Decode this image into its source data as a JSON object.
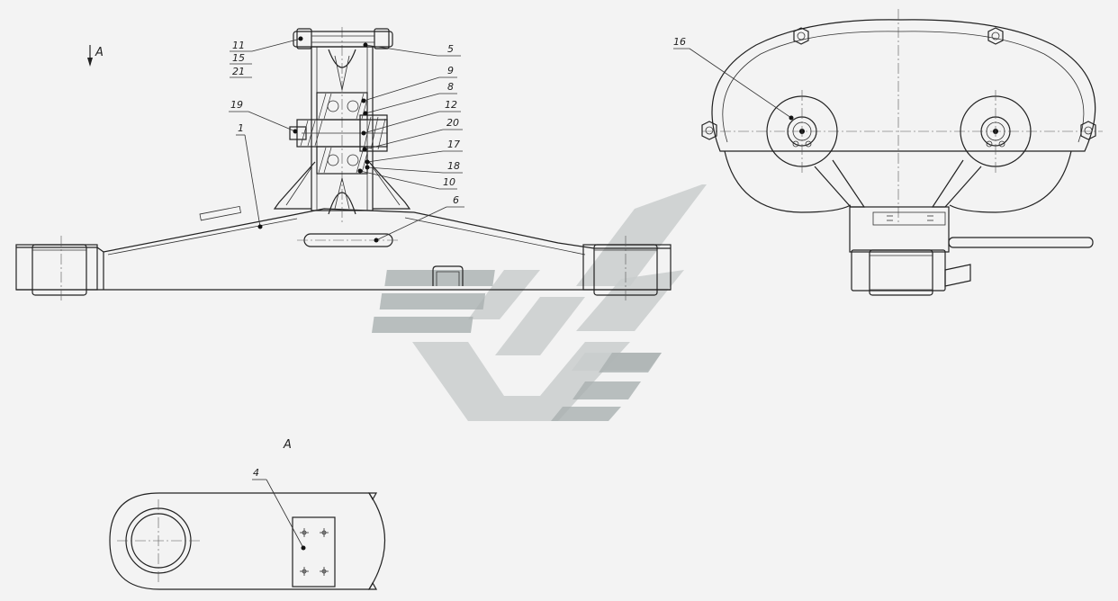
{
  "view_labels": {
    "view_arrow": "A",
    "view_a_title": "A"
  },
  "callouts": [
    {
      "id": "c11",
      "label": "11"
    },
    {
      "id": "c15",
      "label": "15"
    },
    {
      "id": "c21",
      "label": "21"
    },
    {
      "id": "c5",
      "label": "5"
    },
    {
      "id": "c9",
      "label": "9"
    },
    {
      "id": "c8",
      "label": "8"
    },
    {
      "id": "c12",
      "label": "12"
    },
    {
      "id": "c19",
      "label": "19"
    },
    {
      "id": "c20",
      "label": "20"
    },
    {
      "id": "c1",
      "label": "1"
    },
    {
      "id": "c17",
      "label": "17"
    },
    {
      "id": "c18",
      "label": "18"
    },
    {
      "id": "c10",
      "label": "10"
    },
    {
      "id": "c6",
      "label": "6"
    },
    {
      "id": "c16",
      "label": "16"
    },
    {
      "id": "c4",
      "label": "4"
    }
  ],
  "colors": {
    "line": "#222222",
    "background": "#f3f3f3",
    "watermark_light": "#c9cdcd",
    "watermark_dark": "#a9b0b0"
  }
}
